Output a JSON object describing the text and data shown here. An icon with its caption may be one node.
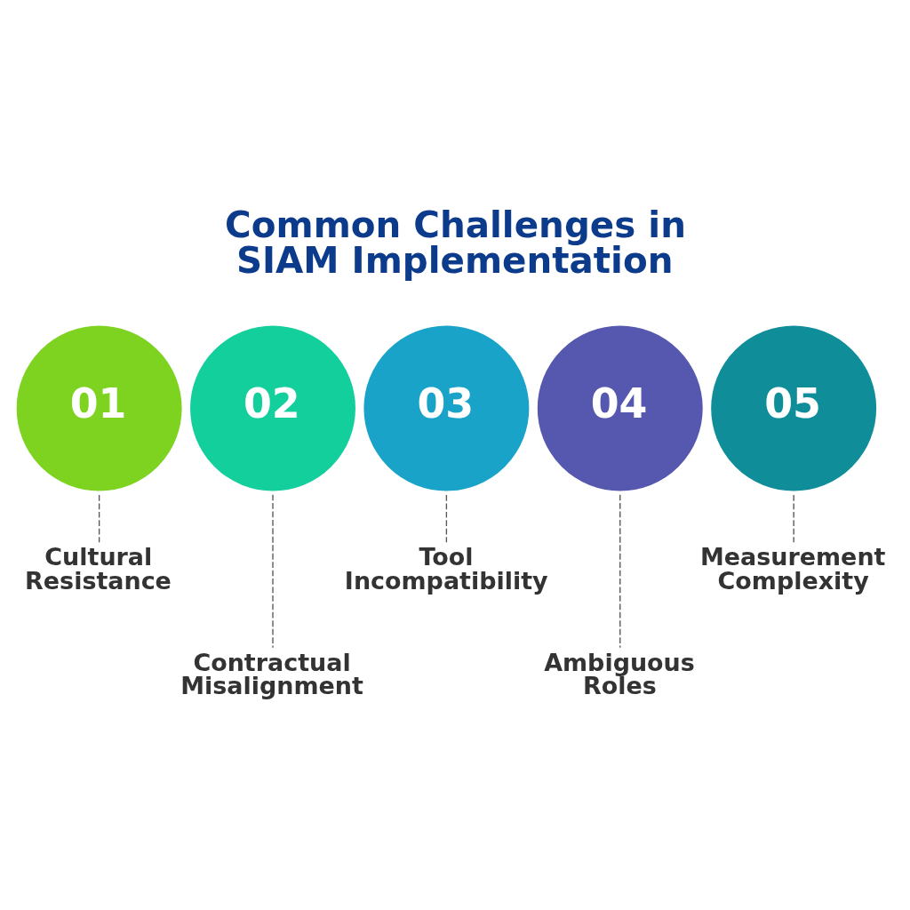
{
  "diagram": {
    "title": "Common Challenges in SIAM Implementation",
    "nodes": [
      {
        "text": [
          "01"
        ]
      },
      {
        "text": [
          "02"
        ]
      },
      {
        "text": [
          "03"
        ]
      },
      {
        "text": [
          "04"
        ]
      },
      {
        "text": [
          "05"
        ]
      },
      {
        "text": [
          "Cultural Resistance"
        ]
      },
      {
        "text": [
          "Contractual Misalignment"
        ]
      },
      {
        "text": [
          "Tool Incompatibility"
        ]
      },
      {
        "text": [
          "Ambiguous Roles"
        ]
      },
      {
        "text": [
          "Measurement Complexity"
        ]
      }
    ],
    "edges": [
      {
        "from": 0,
        "to": 5,
        "arrow": "none",
        "style": "dashed"
      },
      {
        "from": 1,
        "to": 6,
        "arrow": "none",
        "style": "dashed"
      },
      {
        "from": 2,
        "to": 7,
        "arrow": "none",
        "style": "dashed"
      },
      {
        "from": 3,
        "to": 8,
        "arrow": "none",
        "style": "dashed"
      },
      {
        "from": 4,
        "to": 9,
        "arrow": "none",
        "style": "dashed"
      }
    ]
  }
}
